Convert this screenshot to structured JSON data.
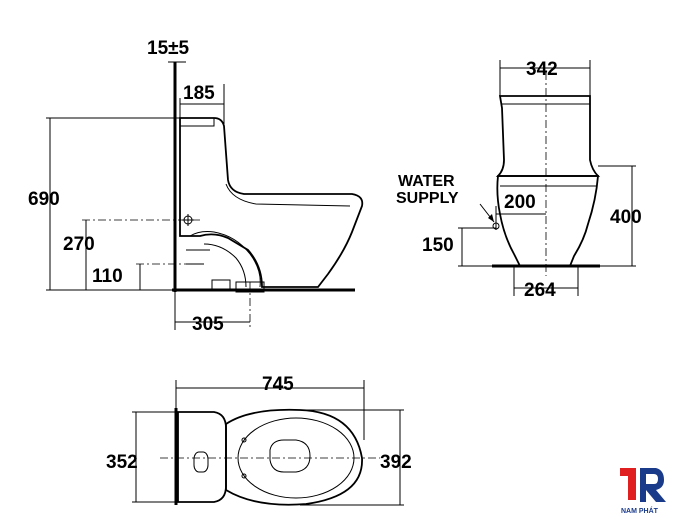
{
  "side_view": {
    "wall_offset": "15±5",
    "tank_depth": "185",
    "total_height": "690",
    "supply_height": "270",
    "outlet_height": "110",
    "rough_in": "305"
  },
  "front_view": {
    "tank_width": "342",
    "water_supply_label_line1": "WATER",
    "water_supply_label_line2": "SUPPLY",
    "supply_offset": "200",
    "seat_height": "400",
    "supply_valve_height": "150",
    "base_width": "264"
  },
  "top_view": {
    "length": "745",
    "tank_width": "352",
    "bowl_width": "392"
  },
  "logo": {
    "name": "NAM PHÁT",
    "colors": {
      "red": "#e02020",
      "blue": "#1a3a8a"
    }
  }
}
